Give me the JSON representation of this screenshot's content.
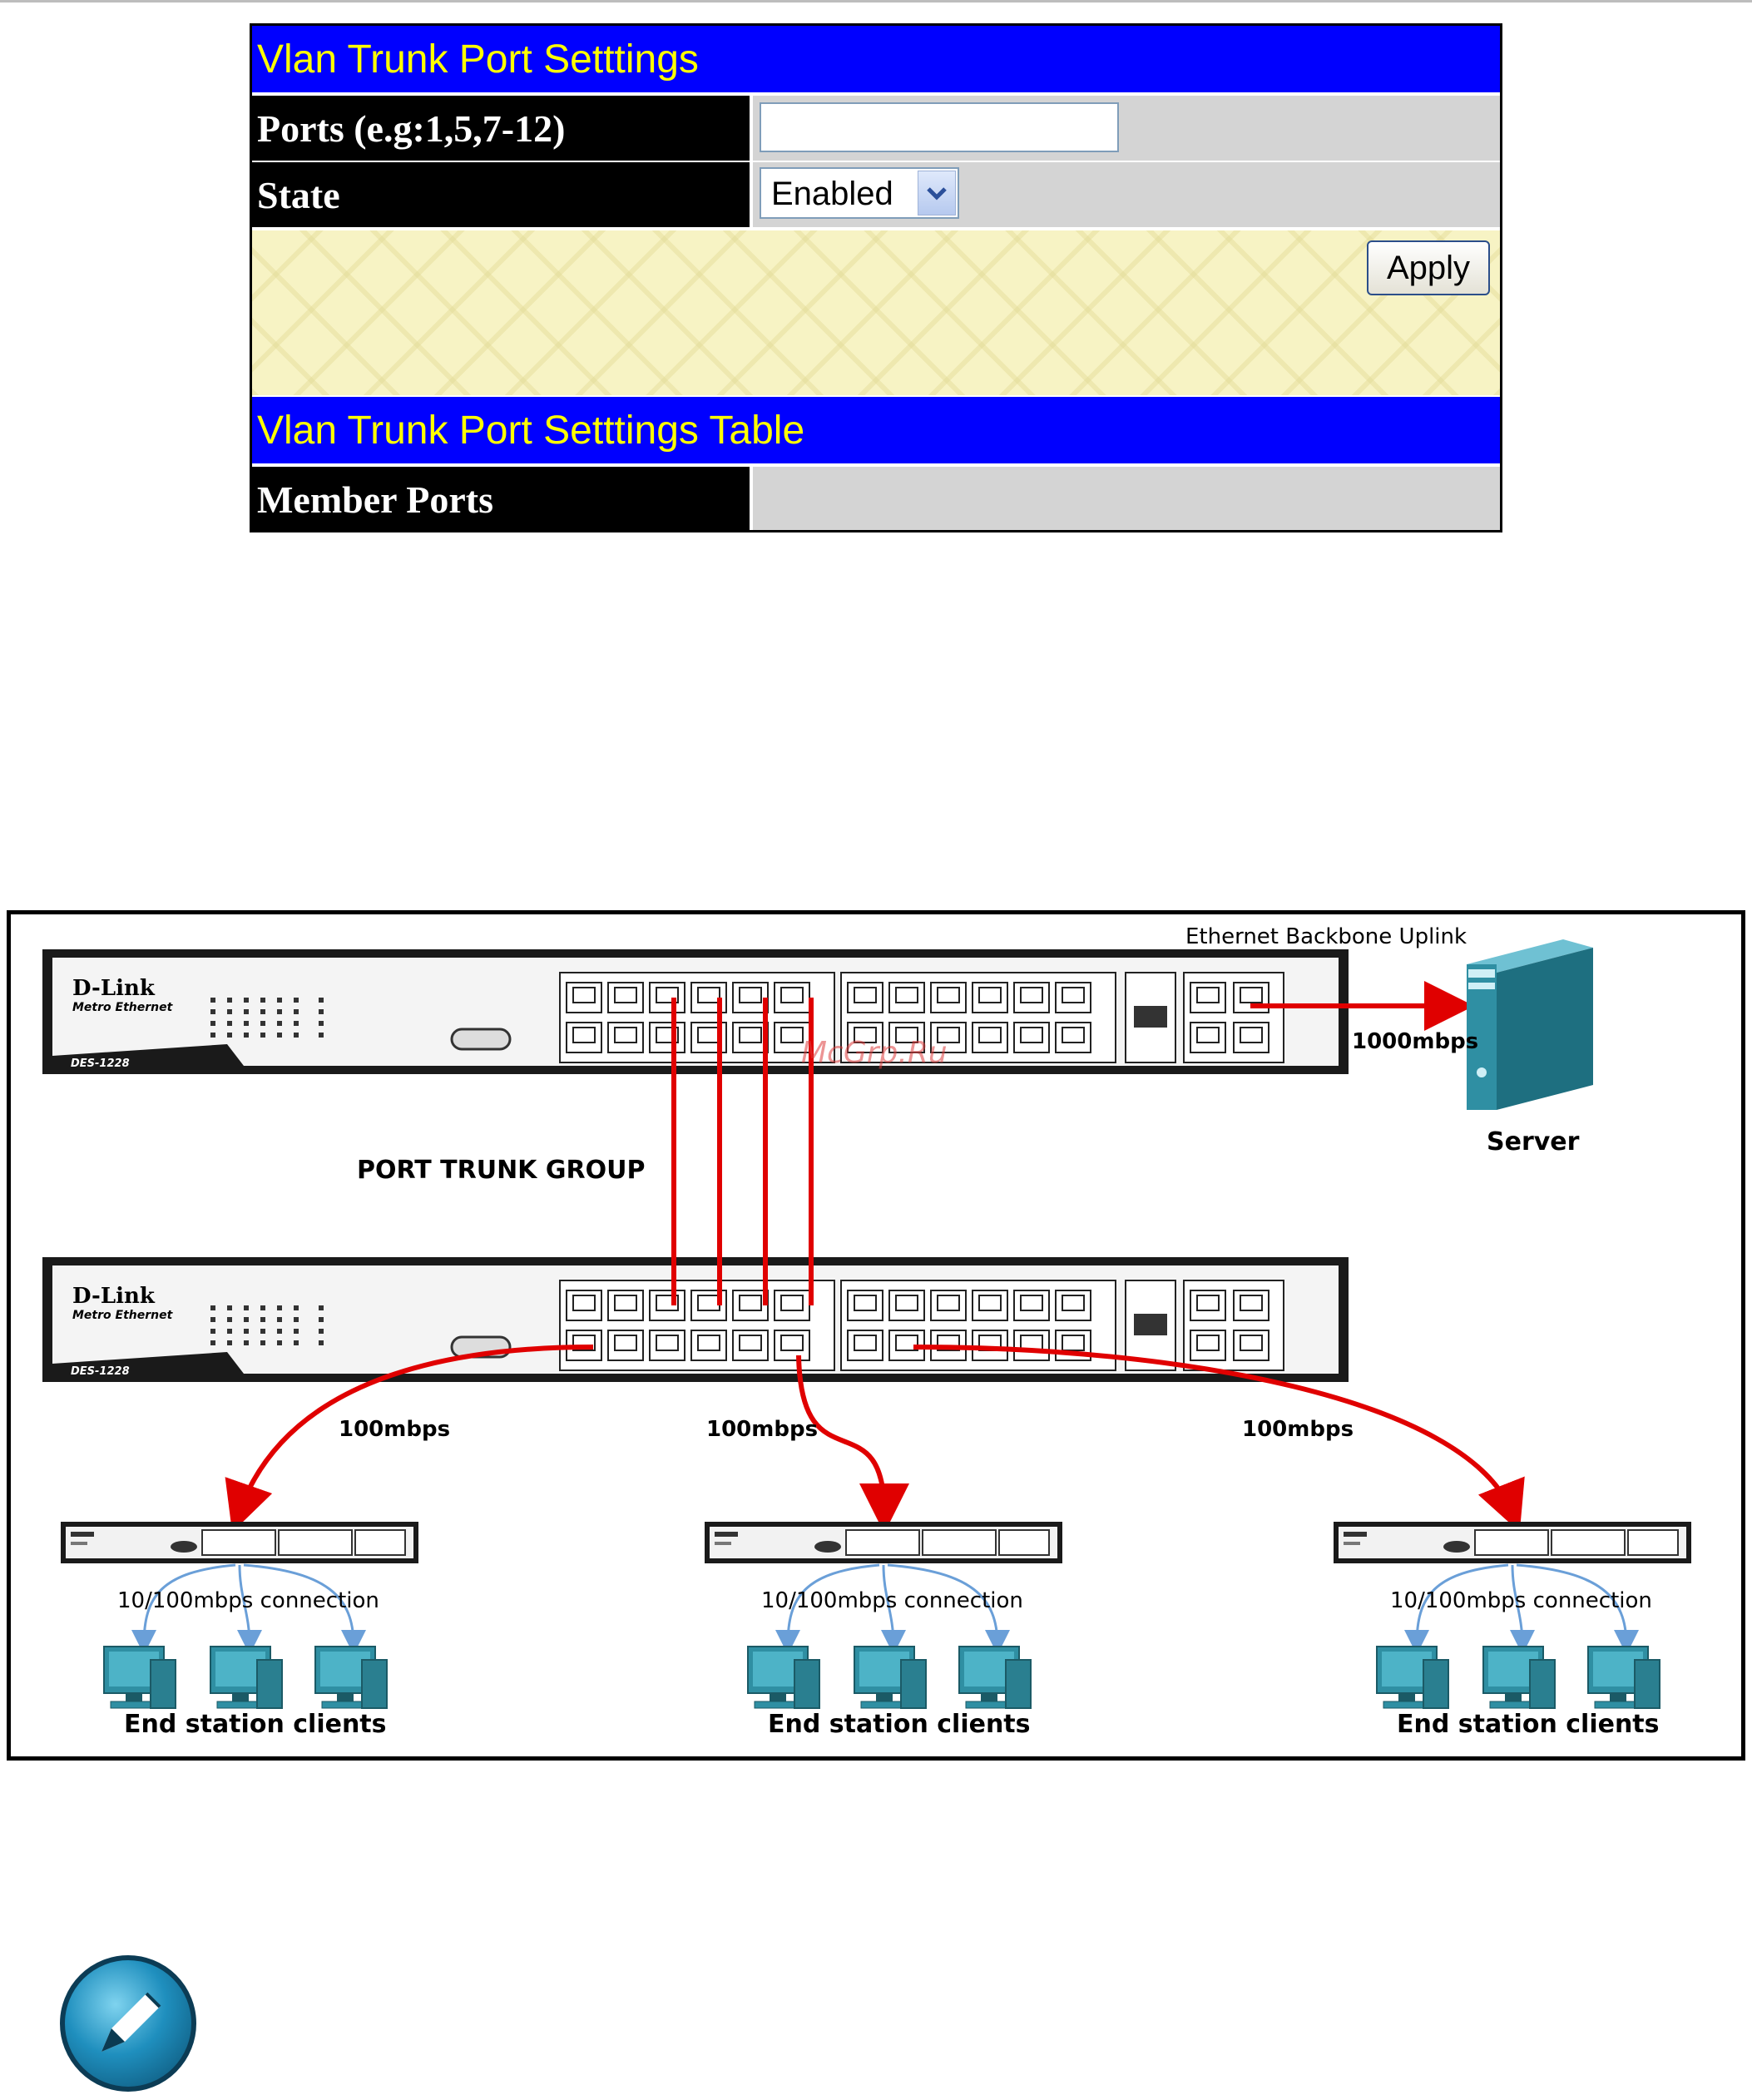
{
  "settings_form": {
    "title": "Vlan Trunk Port Setttings",
    "ports_label": "Ports (e.g:1,5,7-12)",
    "ports_value": "",
    "state_label": "State",
    "state_selected": "Enabled",
    "apply_label": "Apply"
  },
  "settings_table": {
    "title": "Vlan Trunk Port Setttings Table",
    "member_ports_label": "Member Ports",
    "member_ports_value": ""
  },
  "diagram": {
    "backbone_label": "Ethernet Backbone Uplink",
    "uplink_speed": "1000mbps",
    "server_label": "Server",
    "trunk_group_label": "PORT TRUNK GROUP",
    "watermark": "McGrp.Ru",
    "switch_brand": "D-Link",
    "switch_subbrand": "Metro Ethernet",
    "switch_model": "DES-1228",
    "link_speeds": [
      "100mbps",
      "100mbps",
      "100mbps"
    ],
    "connection_labels": [
      "10/100mbps connection",
      "10/100mbps connection",
      "10/100mbps connection"
    ],
    "client_labels": [
      "End station clients",
      "End station clients",
      "End station clients"
    ],
    "colors": {
      "trunk_link": "#e00000",
      "client_link": "#6a9fd8",
      "switch_body": "#1a1a1a",
      "server": "#2f8fa3"
    }
  },
  "note": {
    "icon": "pencil-note-icon"
  }
}
